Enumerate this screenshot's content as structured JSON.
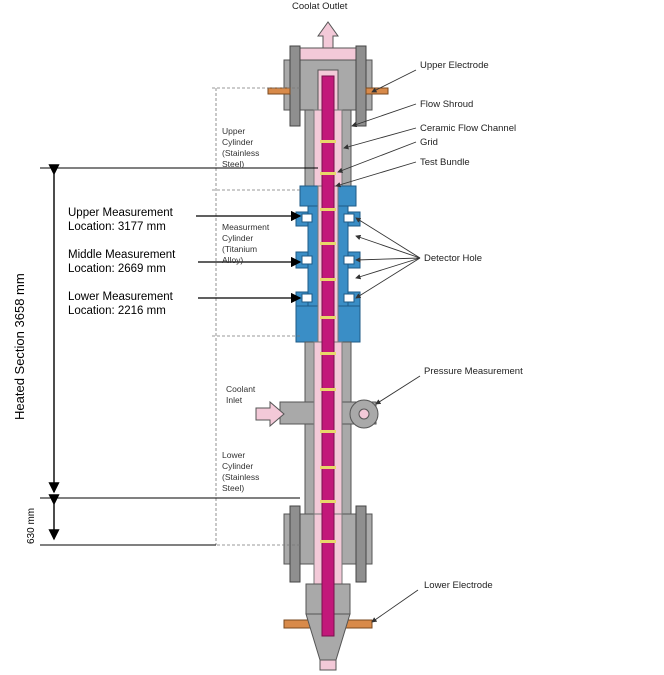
{
  "labels": {
    "coolant_outlet": "Coolat Outlet",
    "upper_electrode": "Upper Electrode",
    "flow_shroud": "Flow Shroud",
    "ceramic_flow_channel": "Ceramic Flow Channel",
    "grid": "Grid",
    "test_bundle": "Test Bundle",
    "upper_cylinder": [
      "Upper",
      "Cylinder",
      "(Stainless",
      "Steel)"
    ],
    "measurement_cylinder": [
      "Measurment",
      "Cylinder",
      "(Titanium",
      "Alloy)"
    ],
    "detector_hole": "Detector Hole",
    "pressure_measurement": "Pressure Measurement",
    "coolant_inlet": [
      "Coolant",
      "Inlet"
    ],
    "lower_cylinder": [
      "Lower",
      "Cylinder",
      "(Stainless",
      "Steel)"
    ],
    "lower_electrode": "Lower Electrode"
  },
  "measurements": [
    {
      "name": "Upper Measurement",
      "location": "Location:  3177 mm"
    },
    {
      "name": "Middle Measurement",
      "location": "Location:  2669 mm"
    },
    {
      "name": "Lower Measurement",
      "location": "Location:  2216 mm"
    }
  ],
  "dimensions": {
    "heated_section": "Heated Section 3658 mm",
    "lower_length": "630 mm"
  },
  "colors": {
    "steel": "#a9a9a9",
    "pink": "#f3c9d8",
    "magenta": "#c2187a",
    "blue": "#3a8ec6",
    "copper": "#d88a4a",
    "grid_yellow": "#e8d86a"
  }
}
